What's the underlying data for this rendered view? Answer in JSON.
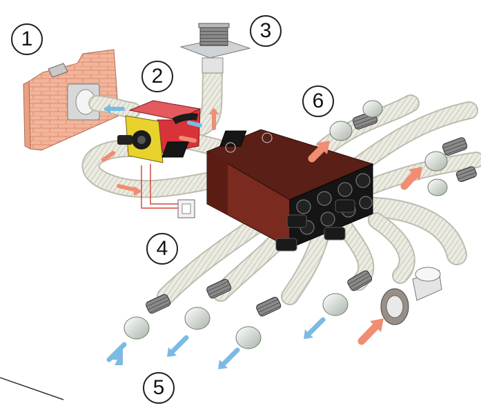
{
  "diagram": {
    "callouts": {
      "wall_outlet": "1",
      "heat_exchanger_unit": "2",
      "roof_terminal": "3",
      "wall_switch": "4",
      "extract_vents": "5",
      "distribution_plenum": "6"
    },
    "colors": {
      "duct": "#ecebe1",
      "duct_shadow": "#bcbcae",
      "brick": "#f2b49a",
      "brick_mortar": "#d98b6d",
      "unit_red": "#d8323a",
      "unit_yellow": "#e9d22c",
      "plenum_top": "#5a1f16",
      "plenum_side": "#7a2a1f",
      "plenum_black": "#151515",
      "airflow_warm": "#f08d72",
      "airflow_cool": "#7bbbe3",
      "wire": "#d24a3a"
    },
    "icons": [
      "cold-air-arrow-icon",
      "warm-air-arrow-icon",
      "vent-grille-icon"
    ]
  }
}
